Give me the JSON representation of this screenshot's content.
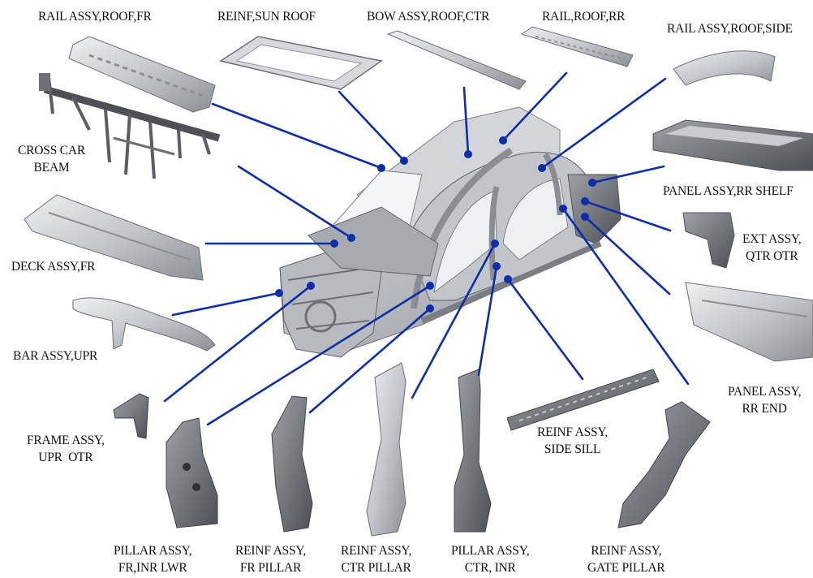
{
  "colors": {
    "leader": "#0d2ea8",
    "dot": "#0d2ea8",
    "part_light": "#d7d9dc",
    "part_mid": "#a9acb1",
    "part_dark": "#6c7076",
    "text": "#111111"
  },
  "labels": {
    "rail_roof_fr": "RAIL ASSY,ROOF,FR",
    "reinf_sun_roof": "REINF,SUN ROOF",
    "bow_roof_ctr": "BOW ASSY,ROOF,CTR",
    "rail_roof_rr": "RAIL,ROOF,RR",
    "rail_roof_side": "RAIL ASSY,ROOF,SIDE",
    "cross_car_beam": "CROSS CAR\nBEAM",
    "panel_rr_shelf": "PANEL ASSY,RR SHELF",
    "deck_fr": "DECK ASSY,FR",
    "ext_qtr_otr": "EXT ASSY,\nQTR OTR",
    "bar_upr": "BAR ASSY,UPR",
    "panel_rr_end": "PANEL ASSY,\nRR END",
    "frame_upr_otr": "FRAME ASSY,\nUPR  OTR",
    "reinf_side_sill": "REINF ASSY,\nSIDE SILL",
    "pillar_fr_inr_lwr": "PILLAR ASSY,\nFR,INR LWR",
    "reinf_fr_pillar": "REINF ASSY,\nFR PILLAR",
    "reinf_ctr_pillar": "REINF ASSY,\nCTR PILLAR",
    "pillar_ctr_inr": "PILLAR ASSY,\nCTR, INR",
    "reinf_gate_pillar": "REINF ASSY,\nGATE PILLAR"
  },
  "parts": [
    {
      "id": "rail-roof-fr",
      "name": "RAIL ASSY,ROOF,FR"
    },
    {
      "id": "reinf-sun-roof",
      "name": "REINF,SUN ROOF"
    },
    {
      "id": "bow-roof-ctr",
      "name": "BOW ASSY,ROOF,CTR"
    },
    {
      "id": "rail-roof-rr",
      "name": "RAIL,ROOF,RR"
    },
    {
      "id": "rail-roof-side",
      "name": "RAIL ASSY,ROOF,SIDE"
    },
    {
      "id": "cross-car-beam",
      "name": "CROSS CAR BEAM"
    },
    {
      "id": "panel-rr-shelf",
      "name": "PANEL ASSY,RR SHELF"
    },
    {
      "id": "deck-fr",
      "name": "DECK ASSY,FR"
    },
    {
      "id": "ext-qtr-otr",
      "name": "EXT ASSY, QTR OTR"
    },
    {
      "id": "bar-upr",
      "name": "BAR ASSY,UPR"
    },
    {
      "id": "panel-rr-end",
      "name": "PANEL ASSY, RR END"
    },
    {
      "id": "frame-upr-otr",
      "name": "FRAME ASSY, UPR OTR"
    },
    {
      "id": "reinf-side-sill",
      "name": "REINF ASSY, SIDE SILL"
    },
    {
      "id": "pillar-fr-inr-lwr",
      "name": "PILLAR ASSY, FR,INR LWR"
    },
    {
      "id": "reinf-fr-pillar",
      "name": "REINF ASSY, FR PILLAR"
    },
    {
      "id": "reinf-ctr-pillar",
      "name": "REINF ASSY, CTR PILLAR"
    },
    {
      "id": "pillar-ctr-inr",
      "name": "PILLAR ASSY, CTR, INR"
    },
    {
      "id": "reinf-gate-pillar",
      "name": "REINF ASSY, GATE PILLAR"
    }
  ]
}
